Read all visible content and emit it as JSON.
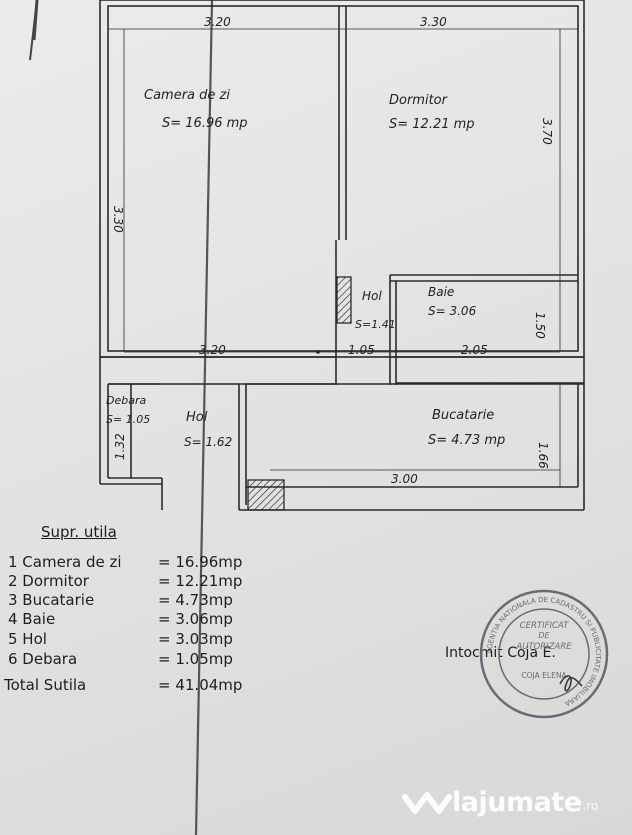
{
  "plan": {
    "dimensions": {
      "top_left": "3.20",
      "top_right": "3.30",
      "right_dormitor": "3.70",
      "left_height": "3.30",
      "mid_left": "3.20",
      "mid_hol": "1.05",
      "mid_baie": "2.05",
      "baie_height": "1.50",
      "debara_height": "1.32",
      "bucatarie_height": "1.66",
      "bucatarie_width": "3.00"
    },
    "rooms": {
      "camera_name": "Camera de zi",
      "camera_area": "S= 16.96 mp",
      "dormitor_name": "Dormitor",
      "dormitor_area": "S= 12.21 mp",
      "hol1_name": "Hol",
      "hol1_area": "S=1.41",
      "baie_name": "Baie",
      "baie_area": "S= 3.06",
      "debara_name": "Debara",
      "debara_area": "S= 1.05",
      "hol2_name": "Hol",
      "hol2_area": "S= 1.62",
      "bucatarie_name": "Bucatarie",
      "bucatarie_area": "S= 4.73 mp"
    }
  },
  "legend": {
    "title": "Supr. utila",
    "rows": [
      {
        "label": "1 Camera de zi",
        "value": "= 16.96mp"
      },
      {
        "label": "2 Dormitor",
        "value": "= 12.21mp"
      },
      {
        "label": "3 Bucatarie",
        "value": "= 4.73mp"
      },
      {
        "label": "4 Baie",
        "value": "= 3.06mp"
      },
      {
        "label": "5 Hol",
        "value": "= 3.03mp"
      },
      {
        "label": "6 Debara",
        "value": "= 1.05mp"
      }
    ],
    "total_label": "Total Sutila",
    "total_value": "= 41.04mp"
  },
  "signature": {
    "text": "Intocmit Coja E."
  },
  "stamp": {
    "line1": "CERTIFICAT",
    "line2": "DE",
    "line3": "AUTORIZARE",
    "name": "COJA ELENA",
    "ring_text": "AGENTIA NATIONALA DE CADASTRU SI PUBLICITATE IMOBILIARA"
  },
  "watermark": {
    "brand": "lajumate",
    "tld": ".ro"
  },
  "colors": {
    "paper": "#e4e3e1",
    "ink": "#2a2a2a",
    "stamp": "#6a6a78"
  }
}
